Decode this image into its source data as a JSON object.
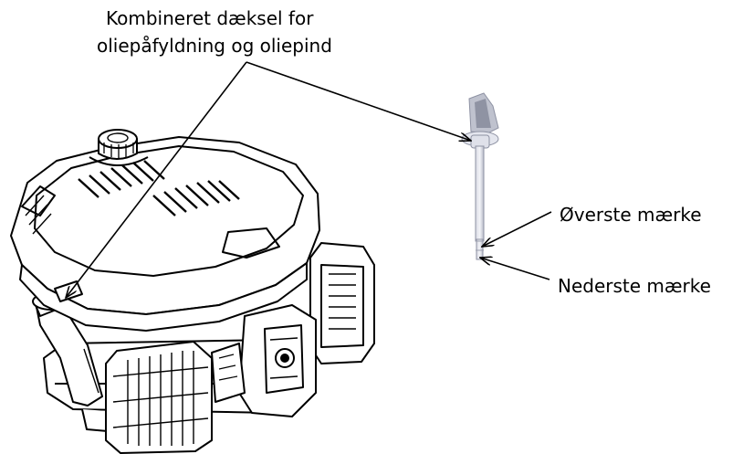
{
  "callouts": {
    "cap_line1": "Kombineret dæksel for",
    "cap_line2": "oliepåfyldning og oliepind",
    "upper_mark": "Øverste mærke",
    "lower_mark": "Nederste mærke"
  },
  "colors": {
    "line": "#000000",
    "dipstick": "#c9cbd6",
    "background": "#ffffff"
  }
}
